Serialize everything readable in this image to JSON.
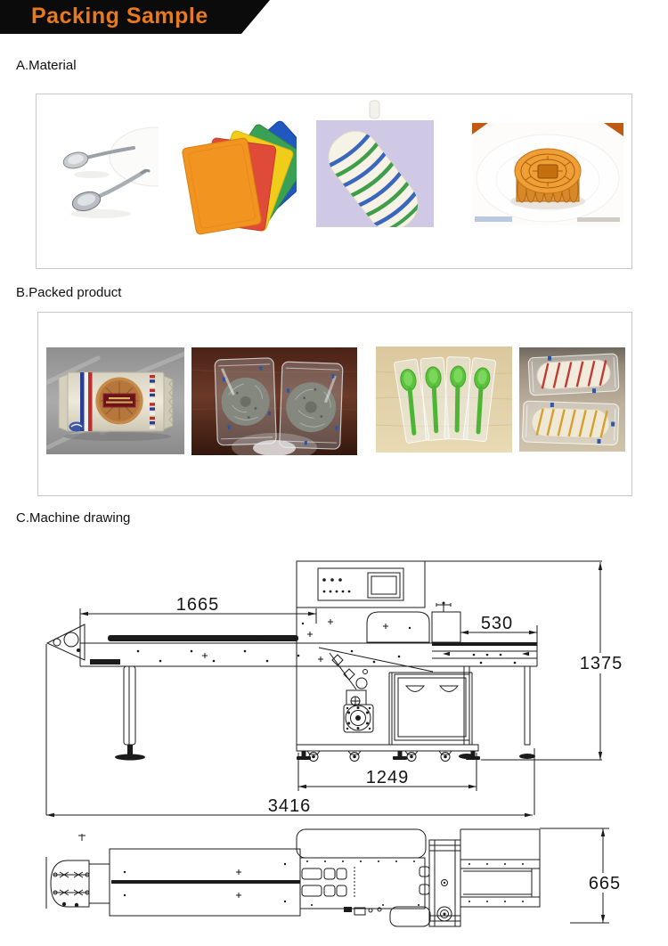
{
  "header": {
    "title": "Packing Sample",
    "text_color": "#E8791C",
    "banner_color": "#0B0B0B"
  },
  "sections": {
    "material": {
      "heading": "A.Material",
      "photos": [
        "stainless-steel-spoons",
        "colored-scouring-pads",
        "paint-roller",
        "mooncake"
      ]
    },
    "packed": {
      "heading": "B.Packed product",
      "photos": [
        "flow-wrapped-mooncake",
        "bagged-steel-scourers",
        "wrapped-plastic-spoons",
        "wrapped-paint-rollers"
      ]
    },
    "drawing": {
      "heading": "C.Machine drawing"
    }
  },
  "machine": {
    "dims": {
      "infeed_length": "1665",
      "discharge_length": "530",
      "height": "1375",
      "body_length": "1249",
      "total_length": "3416",
      "width": "665"
    }
  }
}
